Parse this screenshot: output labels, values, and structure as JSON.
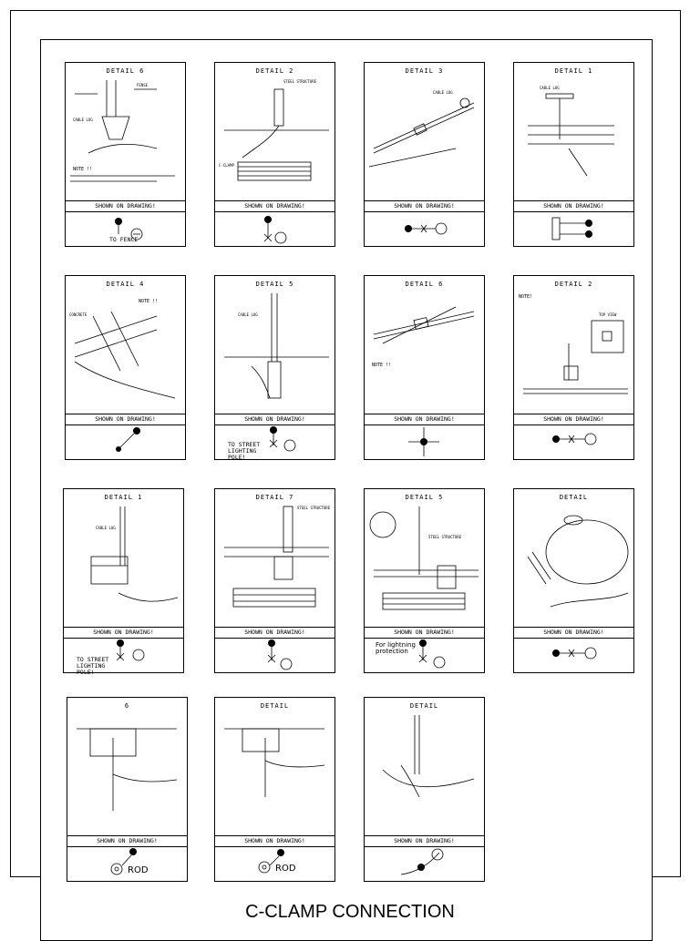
{
  "page_title": "C-CLAMP CONNECTION",
  "shown_on_drawing": "SHOWN ON DRAWING!",
  "cards": [
    {
      "title": "DETAIL 6",
      "symbol_label": "TO FENCE"
    },
    {
      "title": "DETAIL 2",
      "symbol_label": ""
    },
    {
      "title": "DETAIL 3",
      "symbol_label": ""
    },
    {
      "title": "DETAIL 1",
      "symbol_label": ""
    },
    {
      "title": "DETAIL 4",
      "symbol_label": ""
    },
    {
      "title": "DETAIL 5",
      "symbol_label": "TO STREET LIGHTING POLE!"
    },
    {
      "title": "DETAIL 6",
      "symbol_label": ""
    },
    {
      "title": "DETAIL 2",
      "symbol_label": ""
    },
    {
      "title": "DETAIL 1",
      "symbol_label": "TO STREET LIGHTING POLE!"
    },
    {
      "title": "DETAIL 7",
      "symbol_label": ""
    },
    {
      "title": "DETAIL 5",
      "symbol_label": "For lightning protection"
    },
    {
      "title": "DETAIL",
      "symbol_label": ""
    },
    {
      "title": "6",
      "symbol_label": "ROD"
    },
    {
      "title": "DETAIL",
      "symbol_label": "ROD"
    },
    {
      "title": "DETAIL",
      "symbol_label": ""
    }
  ]
}
